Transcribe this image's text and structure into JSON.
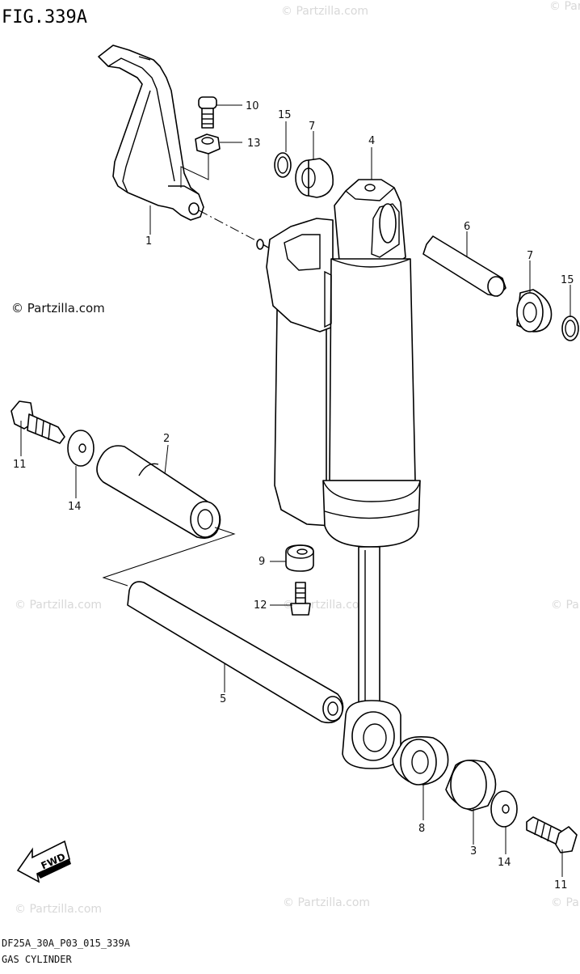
{
  "figure": {
    "title": "FIG.339A",
    "code": "DF25A_30A_P03_015_339A",
    "name": "GAS CYLINDER"
  },
  "watermarks": {
    "main": "© Partzilla.com",
    "faint": "© Partzilla.com"
  },
  "fwd_badge": "FWD",
  "callouts": [
    {
      "id": "c1",
      "label": "1"
    },
    {
      "id": "c2",
      "label": "2"
    },
    {
      "id": "c3",
      "label": "3"
    },
    {
      "id": "c4",
      "label": "4"
    },
    {
      "id": "c5",
      "label": "5"
    },
    {
      "id": "c6",
      "label": "6"
    },
    {
      "id": "c7a",
      "label": "7"
    },
    {
      "id": "c7b",
      "label": "7"
    },
    {
      "id": "c8",
      "label": "8"
    },
    {
      "id": "c9",
      "label": "9"
    },
    {
      "id": "c10",
      "label": "10"
    },
    {
      "id": "c11a",
      "label": "11"
    },
    {
      "id": "c11b",
      "label": "11"
    },
    {
      "id": "c12",
      "label": "12"
    },
    {
      "id": "c13",
      "label": "13"
    },
    {
      "id": "c14a",
      "label": "14"
    },
    {
      "id": "c14b",
      "label": "14"
    },
    {
      "id": "c15a",
      "label": "15"
    },
    {
      "id": "c15b",
      "label": "15"
    }
  ]
}
